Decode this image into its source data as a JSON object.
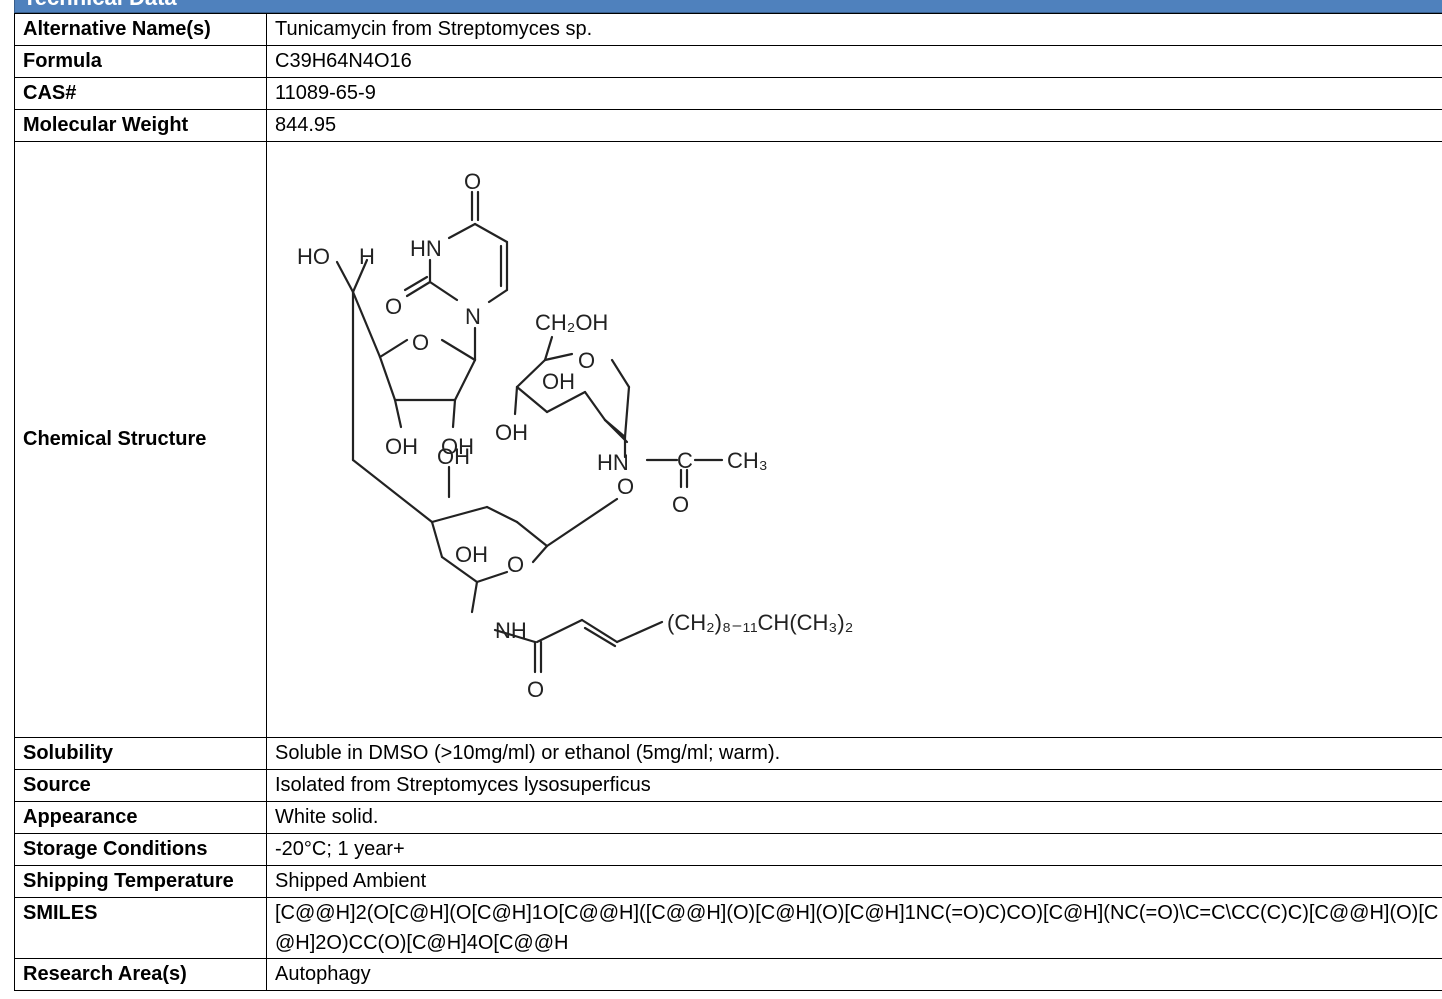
{
  "header": {
    "title": "Technical Data"
  },
  "rows": [
    {
      "label": "Alternative Name(s)",
      "value": "Tunicamycin from Streptomyces sp."
    },
    {
      "label": "Formula",
      "value": "C39H64N4O16"
    },
    {
      "label": "CAS#",
      "value": "11089-65-9"
    },
    {
      "label": "Molecular Weight",
      "value": "844.95"
    },
    {
      "label": "Chemical Structure"
    },
    {
      "label": "Solubility",
      "value": "Soluble in DMSO (>10mg/ml) or ethanol (5mg/ml; warm)."
    },
    {
      "label": "Source",
      "value": "Isolated from Streptomyces lysosuperficus"
    },
    {
      "label": "Appearance",
      "value": "White solid."
    },
    {
      "label": "Storage Conditions",
      "value": "-20°C; 1 year+"
    },
    {
      "label": "Shipping Temperature",
      "value": "Shipped Ambient"
    },
    {
      "label": "SMILES",
      "value": "[C@@H]2(O[C@H](O[C@H]1O[C@@H]([C@@H](O)[C@H](O)[C@H]1NC(=O)C)CO)[C@H](NC(=O)\\C=C\\CC(C)C)[C@@H](O)[C@H]2O)CC(O)[C@H]4O[C@@H"
    },
    {
      "label": "Research Area(s)",
      "value": "Autophagy"
    }
  ],
  "structure_labels": {
    "o_top": "O",
    "hn": "HN",
    "o_left": "O",
    "n": "N",
    "ho": "HO",
    "h": "H",
    "o_ring1": "O",
    "oh1": "OH",
    "oh2": "OH",
    "ch2oh": "CH₂OH",
    "o_ring2": "O",
    "oh3": "OH",
    "oh4": "OH",
    "hn2": "HN",
    "c": "C",
    "ch3": "CH₃",
    "o_link": "O",
    "o_carbonyl": "O",
    "oh5": "OH",
    "o_ring3": "O",
    "oh6": "OH",
    "nh": "NH",
    "chain": "(CH₂)₈₋₁₁CH(CH₃)₂",
    "o_bottom": "O"
  }
}
